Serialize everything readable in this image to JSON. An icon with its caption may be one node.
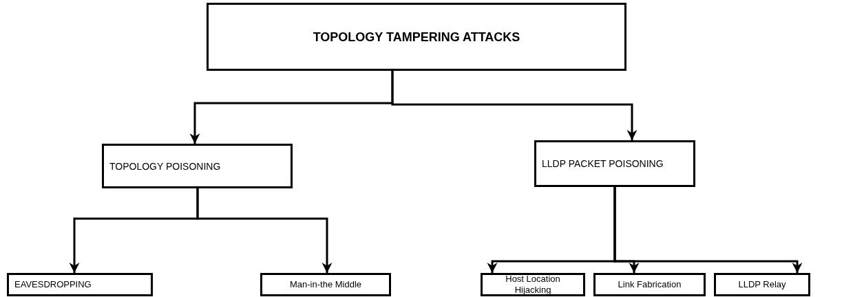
{
  "diagram": {
    "nodes": [
      {
        "text": [
          "TOPOLOGY TAMPERING ATTACKS"
        ]
      },
      {
        "text": [
          "TOPOLOGY POISONING"
        ]
      },
      {
        "text": [
          "LLDP PACKET POISONING"
        ]
      },
      {
        "text": [
          "EAVESDROPPING"
        ]
      },
      {
        "text": [
          "Man-in-the Middle"
        ]
      },
      {
        "text": [
          "Host Location Hijacking"
        ]
      },
      {
        "text": [
          "Link Fabrication"
        ]
      },
      {
        "text": [
          "LLDP Relay"
        ]
      }
    ],
    "edges": [
      {
        "from": 0,
        "to": 1,
        "arrow": "to"
      },
      {
        "from": 0,
        "to": 2,
        "arrow": "to"
      },
      {
        "from": 1,
        "to": 3,
        "arrow": "to"
      },
      {
        "from": 1,
        "to": 4,
        "arrow": "to"
      },
      {
        "from": 2,
        "to": 5,
        "arrow": "to"
      },
      {
        "from": 2,
        "to": 6,
        "arrow": "to"
      },
      {
        "from": 2,
        "to": 7,
        "arrow": "to"
      }
    ]
  }
}
